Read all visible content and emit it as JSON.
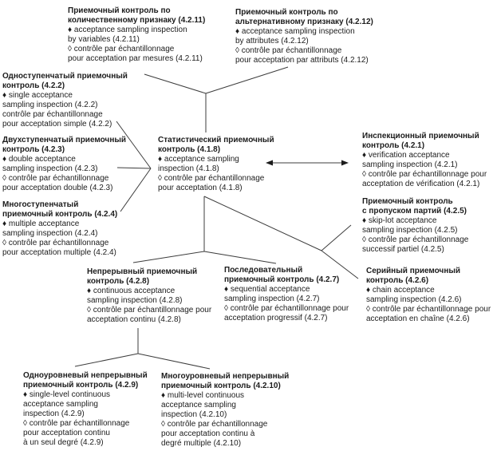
{
  "diagram": {
    "title_semantic": "Statistical acceptance sampling inspection terminology relations",
    "background_color": "#ffffff",
    "text_color": "#1c1c1c",
    "line_color": "#3c3c3c",
    "bullets": {
      "english_marker": "♦",
      "french_marker": "◊"
    }
  },
  "nodes": {
    "n4_2_11": {
      "lines": [
        "Приемочный контроль по",
        "количественному признаку (4.2.11)",
        "♦ acceptance sampling inspection",
        "by variables (4.2.11)",
        "◊ contrôle par échantillonnage",
        "pour acceptation par mesures (4.2.11)"
      ]
    },
    "n4_2_12": {
      "lines": [
        "Приемочный контроль по",
        "альтернативному признаку (4.2.12)",
        "♦ acceptance sampling inspection",
        "by attributes (4.2.12)",
        "◊ contrôle par échantillonnage",
        "pour acceptation par attributs (4.2.12)"
      ]
    },
    "n4_2_2": {
      "lines": [
        "Одноступенчатый приемочный",
        "контроль (4.2.2)",
        "♦ single acceptance",
        "sampling inspection (4.2.2)",
        "contrôle par échantillonnage",
        "pour acceptation simple (4.2.2)"
      ]
    },
    "n4_2_3": {
      "lines": [
        "Двухступенчатый приемочный",
        "контроль (4.2.3)",
        "♦ double acceptance",
        "sampling inspection (4.2.3)",
        "◊ contrôle par échantillonnage",
        "pour acceptation double (4.2.3)"
      ]
    },
    "n4_2_4": {
      "lines": [
        "Многоступенчатый",
        "приемочный контроль (4.2.4)",
        "♦ multiple acceptance",
        "sampling inspection (4.2.4)",
        "◊ contrôle par échantillonnage",
        "pour acceptation multiple (4.2.4)"
      ]
    },
    "n4_1_8": {
      "lines": [
        "Статистический приемочный",
        "контроль (4.1.8)",
        "♦ acceptance sampling",
        "inspection (4.1.8)",
        "◊ contrôle par échantillonnage",
        "pour acceptation (4.1.8)"
      ]
    },
    "n4_2_1": {
      "lines": [
        "Инспекционный приемочный",
        "контроль (4.2.1)",
        "♦ verification acceptance",
        "sampling inspection (4.2.1)",
        "◊ contrôle par échantillonnage pour",
        "acceptation de vérification (4.2.1)"
      ]
    },
    "n4_2_5": {
      "lines": [
        "Приемочный контроль",
        "с пропуском партий (4.2.5)",
        "♦ skip-lot acceptance",
        "sampling inspection (4.2.5)",
        "◊ contrôle par échantillonnage",
        "successif partiel (4.2.5)"
      ]
    },
    "n4_2_6": {
      "lines": [
        "Серийный приемочный",
        "контроль (4.2.6)",
        "♦ chain acceptance",
        "sampling inspection (4.2.6)",
        "◊ contrôle par échantillonnage pour",
        "acceptation en chaîne (4.2.6)"
      ]
    },
    "n4_2_8": {
      "lines": [
        "Непрерывный приемочный",
        "контроль (4.2.8)",
        "♦ continuous acceptance",
        "sampling inspection (4.2.8)",
        "◊ contrôle par échantillonnage pour",
        "acceptation continu (4.2.8)"
      ]
    },
    "n4_2_7": {
      "lines": [
        "Последовательный",
        "приемочный контроль (4.2.7)",
        "♦ sequential acceptance",
        "sampling inspection (4.2.7)",
        "◊ contrôle par échantillonnage pour",
        "acceptation progressif (4.2.7)"
      ]
    },
    "n4_2_9": {
      "lines": [
        "Одноуровневый непрерывный",
        "приемочный контроль (4.2.9)",
        "♦ single-level continuous",
        "acceptance sampling",
        "inspection (4.2.9)",
        "◊ contrôle par échantillonnage",
        "pour acceptation continu",
        "à un seul degré (4.2.9)"
      ]
    },
    "n4_2_10": {
      "lines": [
        "Многоуровневый непрерывный",
        "приемочный контроль (4.2.10)",
        "♦ multi-level continuous",
        "acceptance sampling",
        "inspection (4.2.10)",
        "◊ contrôle par échantillonnage",
        "pour acceptation continu à",
        "degré multiple (4.2.10)"
      ]
    }
  },
  "edges": [
    {
      "from": "4.2.11",
      "to": "4.1.8",
      "type": "line"
    },
    {
      "from": "4.2.12",
      "to": "4.1.8",
      "type": "line"
    },
    {
      "from": "4.2.2",
      "to": "4.1.8",
      "type": "line"
    },
    {
      "from": "4.2.3",
      "to": "4.1.8",
      "type": "line"
    },
    {
      "from": "4.2.4",
      "to": "4.1.8",
      "type": "line"
    },
    {
      "from": "4.1.8",
      "to": "4.2.1",
      "type": "double-arrow"
    },
    {
      "from": "4.1.8",
      "to": "4.2.5",
      "type": "line"
    },
    {
      "from": "4.1.8",
      "to": "4.2.6",
      "type": "line"
    },
    {
      "from": "4.1.8",
      "to": "4.2.7",
      "type": "line"
    },
    {
      "from": "4.1.8",
      "to": "4.2.8",
      "type": "line"
    },
    {
      "from": "4.2.8",
      "to": "4.2.9",
      "type": "line"
    },
    {
      "from": "4.2.8",
      "to": "4.2.10",
      "type": "line"
    }
  ]
}
